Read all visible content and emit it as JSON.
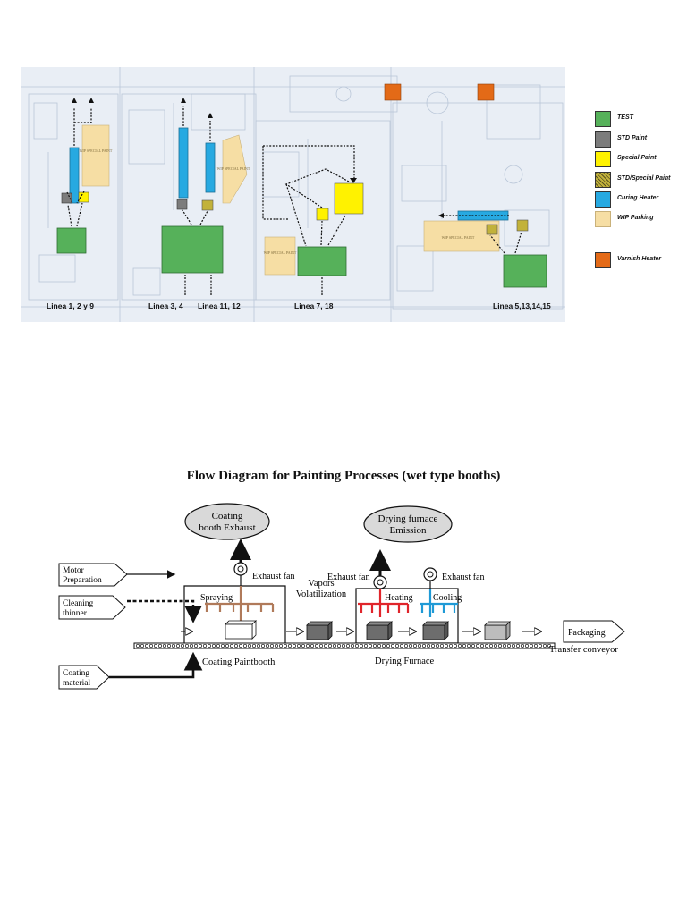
{
  "layout": {
    "line_labels": [
      "Linea 1, 2 y 9",
      "Linea 3, 4",
      "Linea 11, 12",
      "Linea 7, 18",
      "Linea 5,13,14,15"
    ],
    "wip_labels": [
      "WIP SPECIAL PAINT",
      "WIP SPECIAL PAINT",
      "WIP SPECIAL PAINT",
      "WIP SPECIAL PAINT"
    ]
  },
  "legend": {
    "items": [
      {
        "label": "TEST",
        "color": "#56b15a"
      },
      {
        "label": "STD Paint",
        "color": "#7c7c7c"
      },
      {
        "label": "Special Paint",
        "color": "#fff200"
      },
      {
        "label": "STD/Special Paint",
        "color": "#c2b23a"
      },
      {
        "label": "Curing Heater",
        "color": "#27a9e1"
      },
      {
        "label": "WIP Parking",
        "color": "#f6dea4"
      },
      {
        "label": "Varnish Heater",
        "color": "#e36a17"
      }
    ]
  },
  "flow": {
    "title": "Flow Diagram for Painting Processes (wet type booths)",
    "coating_exhaust": [
      "Coating",
      "booth Exhaust"
    ],
    "drying_emission": [
      "Drying furnace",
      "Emission"
    ],
    "motor_prep": [
      "Motor",
      "Preparation"
    ],
    "cleaning_thinner": [
      "Cleaning",
      "thinner"
    ],
    "coating_material": [
      "Coating",
      "material"
    ],
    "exhaust_fan": "Exhaust fan",
    "spraying": "Spraying",
    "vapors": [
      "Vapors",
      "Volatilization"
    ],
    "heating": "Heating",
    "cooling": "Cooling",
    "packaging": "Packaging",
    "transfer_conveyor": "Transfer conveyor",
    "coating_paintbooth": "Coating Paintbooth",
    "drying_furnace": "Drying Furnace"
  }
}
